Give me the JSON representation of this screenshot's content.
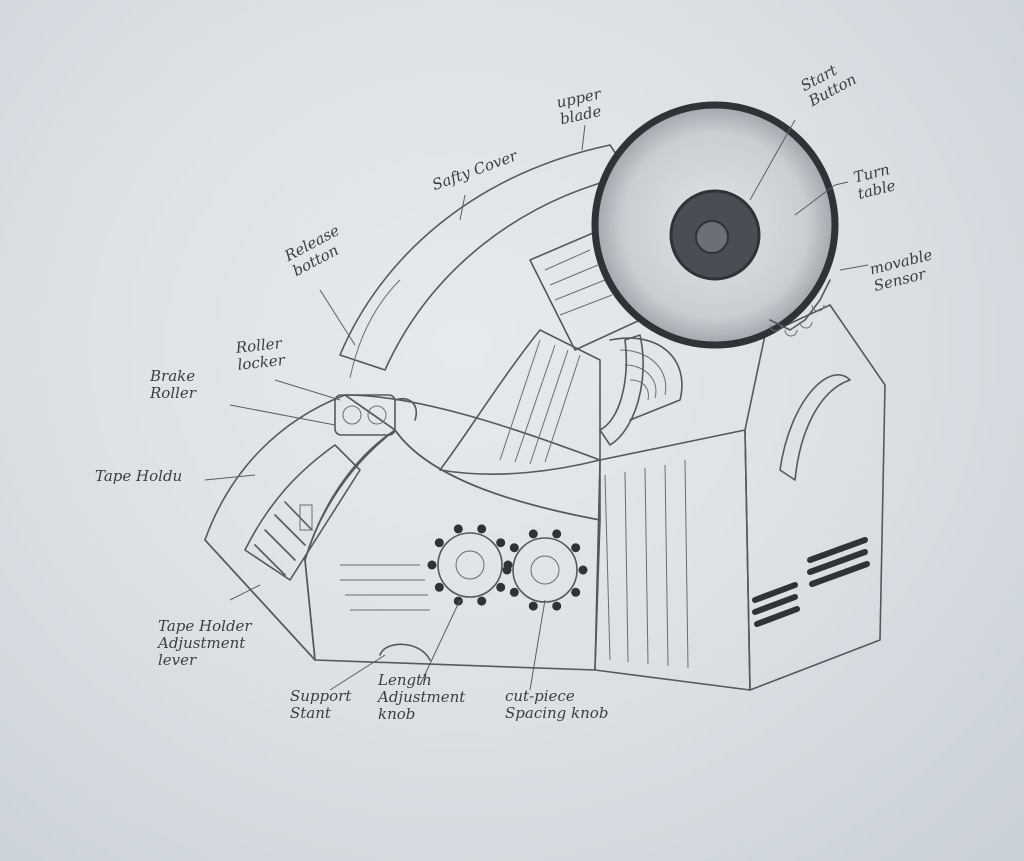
{
  "labels": {
    "upper_blade": "upper\nblade",
    "start_button": "Start\nButton",
    "safety_cover": "Safty Cover",
    "turn_table": "Turn\ntable",
    "release_button": "Release\nbotton",
    "movable_sensor": "movable\nSensor",
    "roller_locker": "Roller\nlocker",
    "brake_roller": "Brake\nRoller",
    "tape_holder": "Tape Holdu",
    "tape_holder_adjustment_lever": "Tape Holder\nAdjustment\nlever",
    "support_stant": "Support\nStant",
    "length_adjustment_knob": "Length\nAdjustment\nknob",
    "cut_piece_spacing_knob": "cut-piece\nSpacing knob"
  },
  "colors": {
    "paper": "#e2e6e9",
    "graphite": "#55595f",
    "graphite_dark": "#2f3237"
  }
}
